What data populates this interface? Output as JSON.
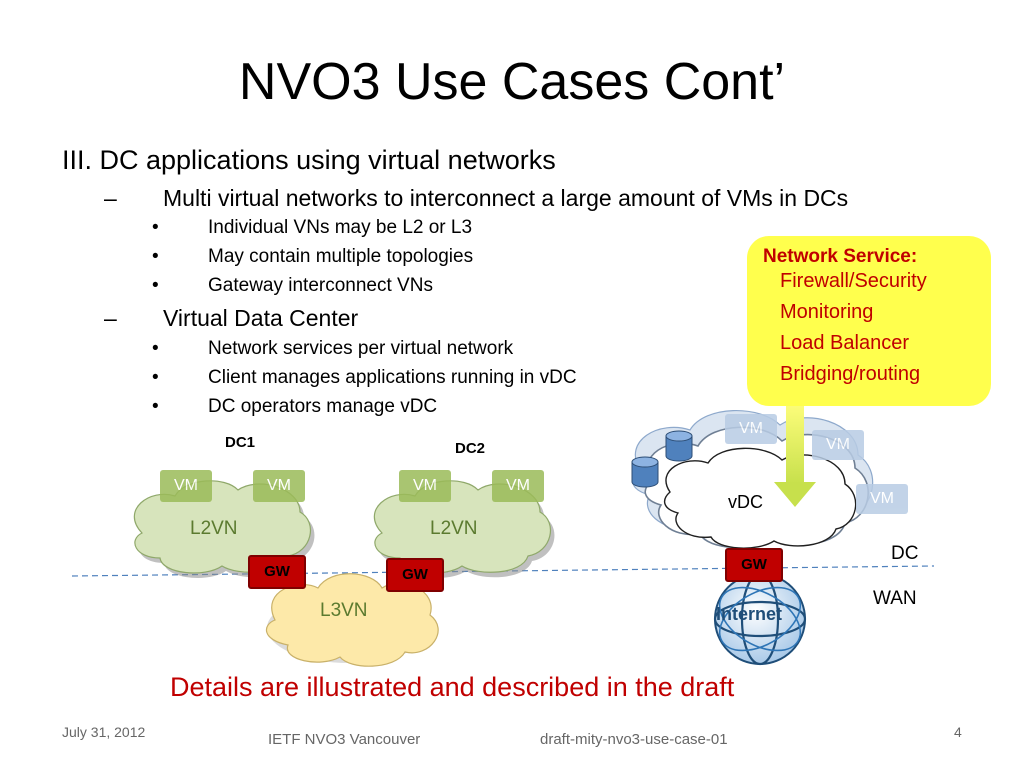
{
  "title": "NVO3 Use Cases Cont’",
  "outline": {
    "heading": "III. DC applications using virtual networks",
    "dash": "–",
    "bullet": "•",
    "sub1": {
      "text": "Multi virtual networks to interconnect a large amount of VMs in DCs",
      "items": [
        "Individual VNs may be L2 or L3",
        "May contain multiple topologies",
        "Gateway interconnect VNs"
      ]
    },
    "sub2": {
      "text": "Virtual Data Center",
      "items": [
        "Network services per virtual network",
        "Client manages applications running in vDC",
        "DC operators manage vDC"
      ]
    }
  },
  "callout": {
    "heading": "Network Service:",
    "items": [
      "Firewall/Security",
      "Monitoring",
      "Load Balancer",
      "Bridging/routing"
    ]
  },
  "diagram": {
    "dc1_label": "DC1",
    "dc2_label": "DC2",
    "vm_label": "VM",
    "l2vn_label": "L2VN",
    "l3vn_label": "L3VN",
    "gw_label": "GW",
    "vdc_label": "vDC",
    "internet_label": "Internet",
    "dc_label": "DC",
    "wan_label": "WAN",
    "colors": {
      "l2vn_fill": "#d7e4bc",
      "l3vn_fill": "#fde9a9",
      "gw_fill": "#c00000",
      "callout_fill": "#ffff4d",
      "arrow": "#c7e04c"
    }
  },
  "details": "Details are illustrated and described in the draft",
  "footer": {
    "date": "July 31, 2012",
    "event": "IETF NVO3 Vancouver",
    "draft": "draft-mity-nvo3-use-case-01",
    "page": "4"
  }
}
